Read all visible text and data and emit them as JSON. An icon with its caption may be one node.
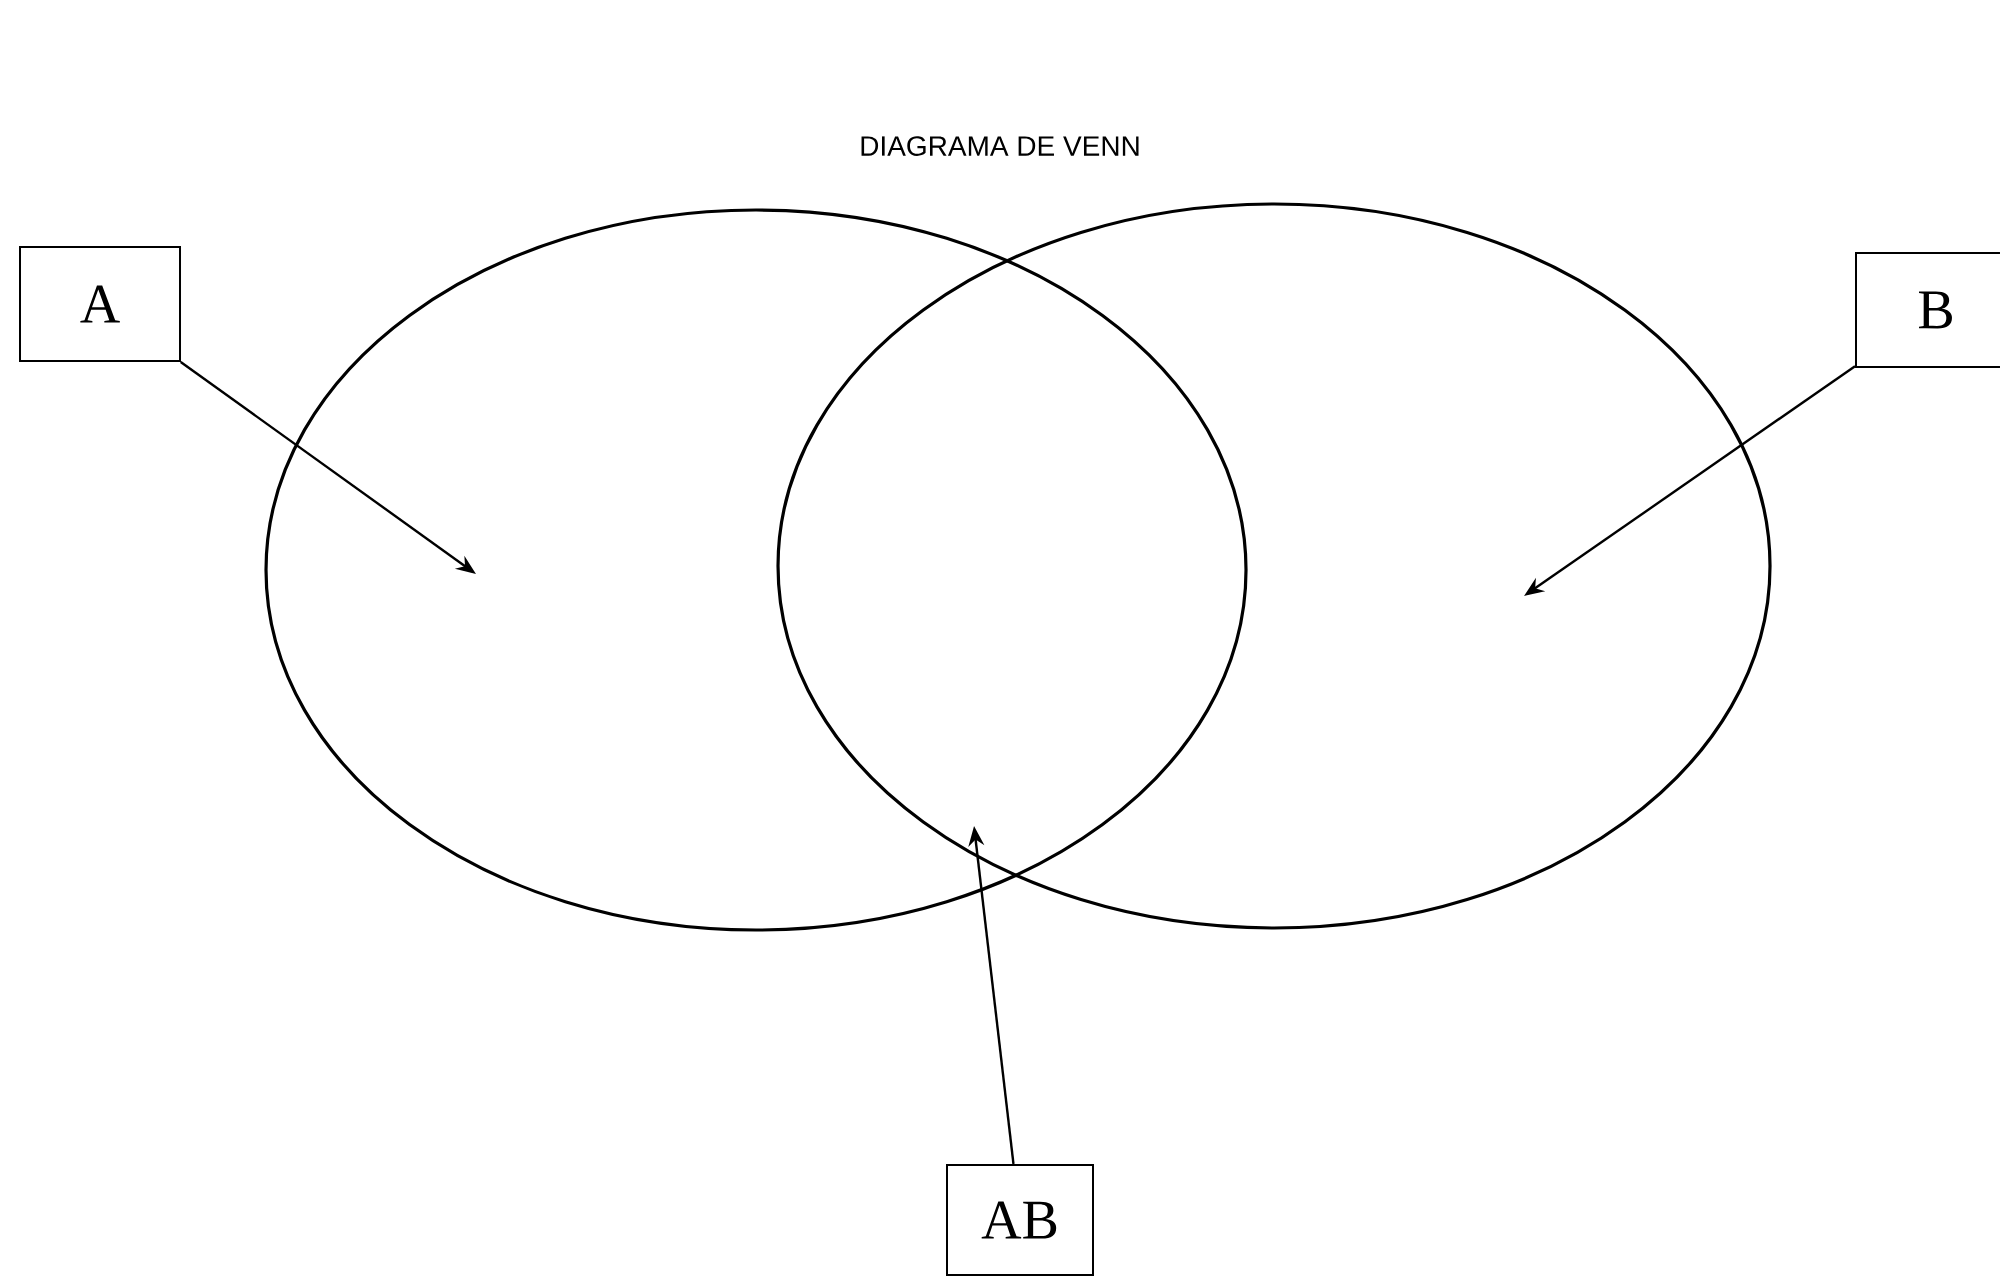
{
  "diagram": {
    "title": "DIAGRAMA DE VENN",
    "nodes": [
      {
        "text": [
          "A"
        ]
      },
      {
        "text": [
          "B"
        ]
      },
      {
        "text": [
          "AB"
        ]
      },
      {
        "text": [],
        "shape": "circle"
      },
      {
        "text": [],
        "shape": "circle"
      }
    ],
    "edges": [
      {
        "from": 0,
        "to": 3,
        "arrow": "to"
      },
      {
        "from": 1,
        "to": 4,
        "arrow": "to"
      },
      {
        "from": 2,
        "to": 3,
        "arrow": "to"
      }
    ]
  }
}
